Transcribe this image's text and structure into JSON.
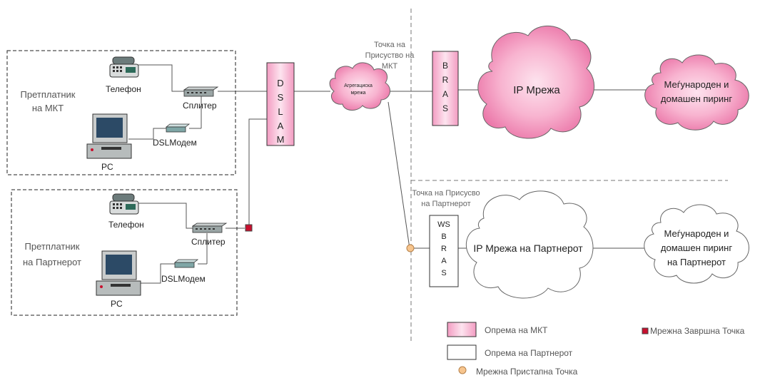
{
  "subscriber_mkt": {
    "label_line1": "Претплатник",
    "label_line2": "на МКТ",
    "phone": "Телефон",
    "splitter": "Сплитер",
    "modem": "DSLМодем",
    "pc": "PC"
  },
  "subscriber_partner": {
    "label_line1": "Претплатник",
    "label_line2": "на Партнерот",
    "phone": "Телефон",
    "splitter": "Сплитер",
    "modem": "DSLМодем",
    "pc": "PC"
  },
  "dslam": {
    "letters": [
      "D",
      "S",
      "L",
      "A",
      "M"
    ]
  },
  "aggregation": {
    "line1": "Агрегациска",
    "line2": "мрежа"
  },
  "pop_mkt": {
    "line1": "Точка на",
    "line2": "Присуство на",
    "line3": "МКТ"
  },
  "bras": {
    "letters": [
      "B",
      "R",
      "A",
      "S"
    ]
  },
  "ip_mkt": {
    "label": "IP Мрежа"
  },
  "peering_mkt": {
    "line1": "Меѓународен и",
    "line2": "домашен пиринг"
  },
  "pop_partner": {
    "line1": "Точка на Присусво",
    "line2": "на Партнерот"
  },
  "wsbras": {
    "letters": [
      "WS",
      "B",
      "R",
      "A",
      "S"
    ]
  },
  "ip_partner": {
    "label": "IP Мрежа на Партнерот"
  },
  "peering_partner": {
    "line1": "Меѓународен и",
    "line2": "домашен пиринг",
    "line3": "на Партнерот"
  },
  "legend": {
    "mkt_equipment": "Опрема на МКТ",
    "partner_equipment": "Опрема на Партнерот",
    "access_point": "Мрежна Пристапна Точка",
    "termination_point": "Мрежна Завршна Точка"
  },
  "colors": {
    "mkt_fill_center": "#fbc8de",
    "mkt_fill_edge": "#e9659f",
    "termination_point": "#c8102e",
    "access_point": "#f7c58e",
    "line": "#555555"
  }
}
